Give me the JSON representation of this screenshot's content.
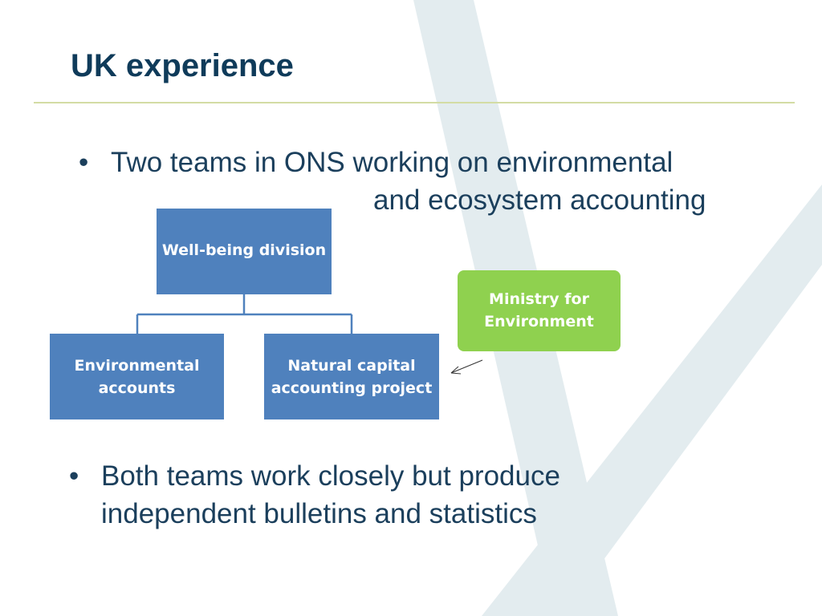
{
  "slide": {
    "title": "UK experience",
    "bullets": [
      {
        "marker": "•",
        "lines": [
          "Two teams in ONS working on environmental",
          "and ecosystem accounting"
        ]
      },
      {
        "marker": "•",
        "lines": [
          "Both teams work closely but produce",
          "independent bulletins and statistics"
        ]
      }
    ]
  },
  "diagram": {
    "root": {
      "lines": [
        "Well-being  division"
      ]
    },
    "children": [
      {
        "lines": [
          "Environmental",
          "accounts"
        ]
      },
      {
        "lines": [
          "Natural capital",
          "accounting project"
        ]
      }
    ],
    "external": {
      "lines": [
        "Ministry for",
        "Environment"
      ]
    }
  },
  "colors": {
    "title": "#0f3b5a",
    "text": "#1b3f5c",
    "rule": "#d3dca4",
    "box_blue": "#4f81bd",
    "box_green": "#8fd14f",
    "connector": "#4f81bd",
    "watermark": "#e3ecef"
  }
}
